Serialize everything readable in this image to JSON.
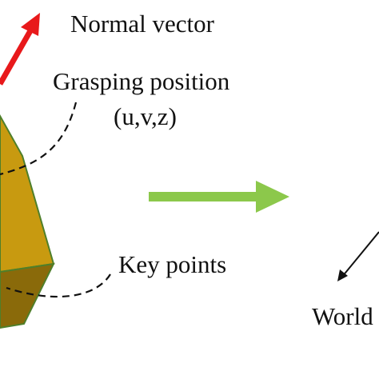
{
  "labels": {
    "normal_vector": "Normal vector",
    "grasping_position": "Grasping position",
    "grasping_coords": "(u,v,z)",
    "key_points": "Key points",
    "world": "World"
  },
  "colors": {
    "object_face": "#c89a10",
    "object_face_dark": "#8a6a0a",
    "object_edge": "#4f7f2a",
    "normal_arrow": "#e8191b",
    "transform_arrow": "#8cc84b",
    "leader_line": "#111111"
  }
}
